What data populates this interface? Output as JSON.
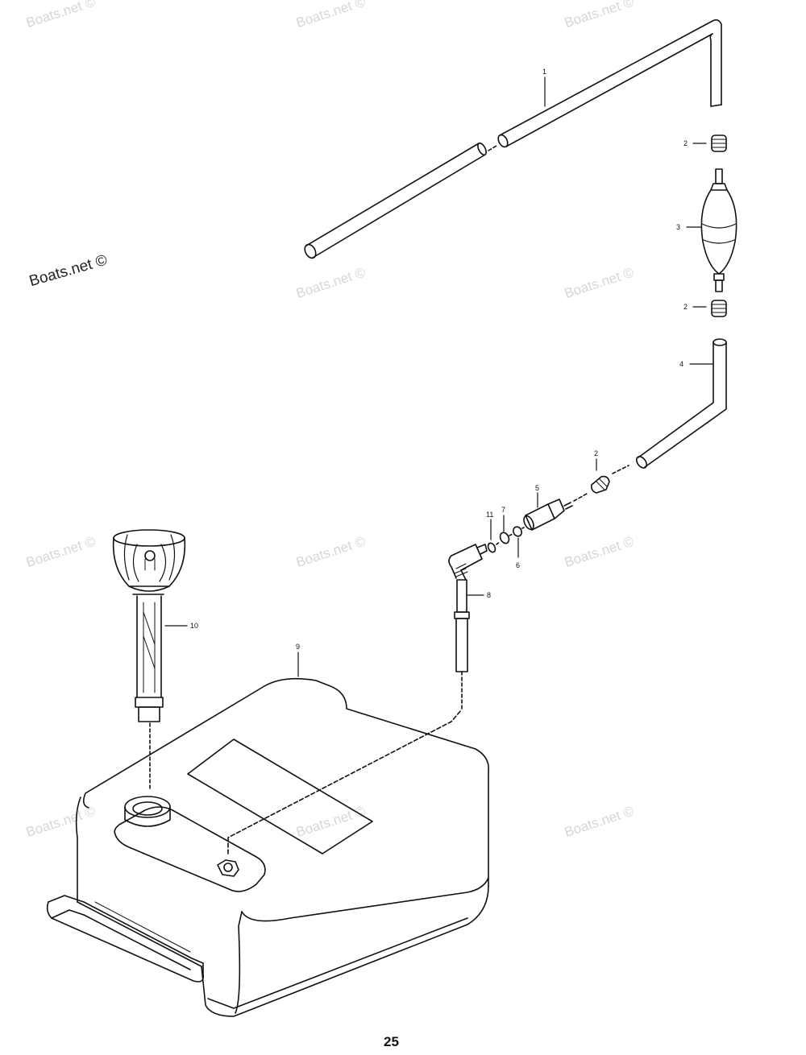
{
  "watermark": {
    "text": "Boats.net",
    "main_text": "Boats.net ©",
    "faint_text": "Boats.net ©"
  },
  "callouts": {
    "c1": "1",
    "c2a": "2",
    "c3": "3",
    "c2b": "2",
    "c4": "4",
    "c2c": "2",
    "c5": "5",
    "c11": "11",
    "c7": "7",
    "c6": "6",
    "c8": "8",
    "c10": "10",
    "c9": "9"
  },
  "page_number": "25",
  "colors": {
    "line": "#111111",
    "watermark": "#d6d6d6",
    "background": "#ffffff"
  }
}
